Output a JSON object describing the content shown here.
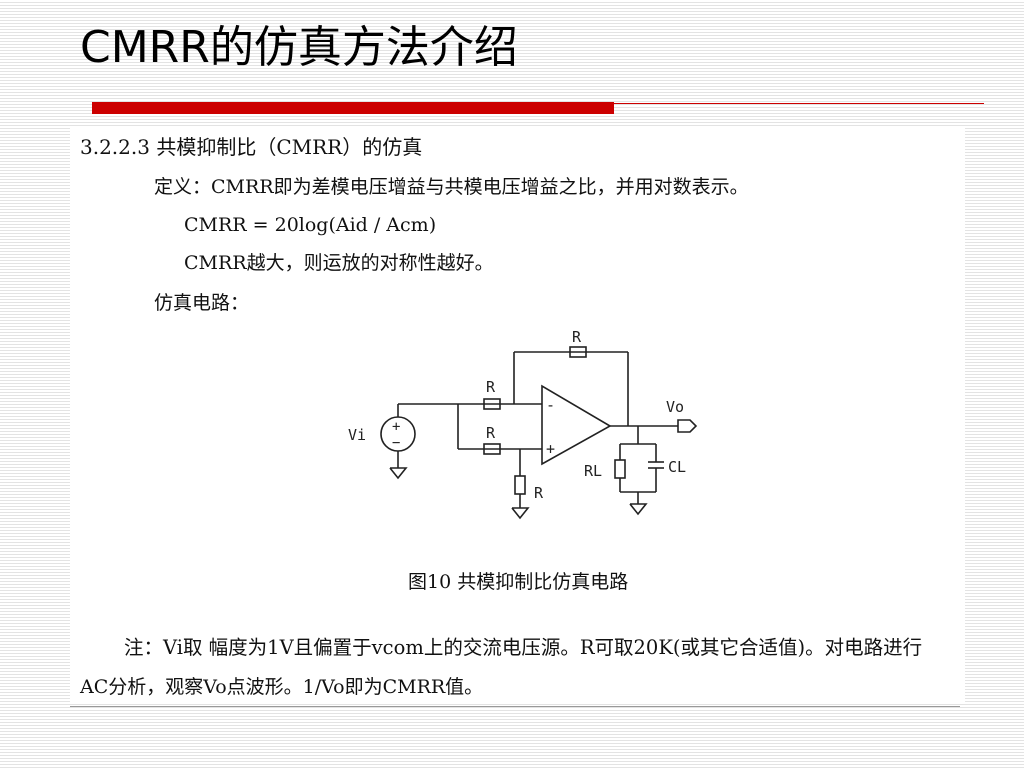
{
  "slide": {
    "title": "CMRR的仿真方法介绍"
  },
  "content": {
    "heading": "3.2.2.3 共模抑制比（CMRR）的仿真",
    "definition": "定义：CMRR即为差模电压增益与共模电压增益之比，并用对数表示。",
    "formula": "CMRR = 20log(Aid / Acm)",
    "larger_better": "CMRR越大，则运放的对称性越好。",
    "sim_label": "仿真电路：",
    "figure_caption": "图10 共模抑制比仿真电路",
    "note_line1": "注：Vi取 幅度为1V且偏置于vcom上的交流电压源。R可取20K(或其它合适值)。对电路进行",
    "note_line2": "AC分析，观察Vo点波形。1/Vo即为CMRR值。"
  },
  "circuit": {
    "label_vi": "Vi",
    "label_vo": "Vo",
    "label_r_feedback": "R",
    "label_r_in1": "R",
    "label_r_in2": "R",
    "label_r_ground": "R",
    "label_rl": "RL",
    "label_cl": "CL",
    "label_plus": "+",
    "label_minus": "-",
    "src_plus": "+",
    "src_minus": "−"
  },
  "colors": {
    "accent_red": "#cc0000"
  }
}
